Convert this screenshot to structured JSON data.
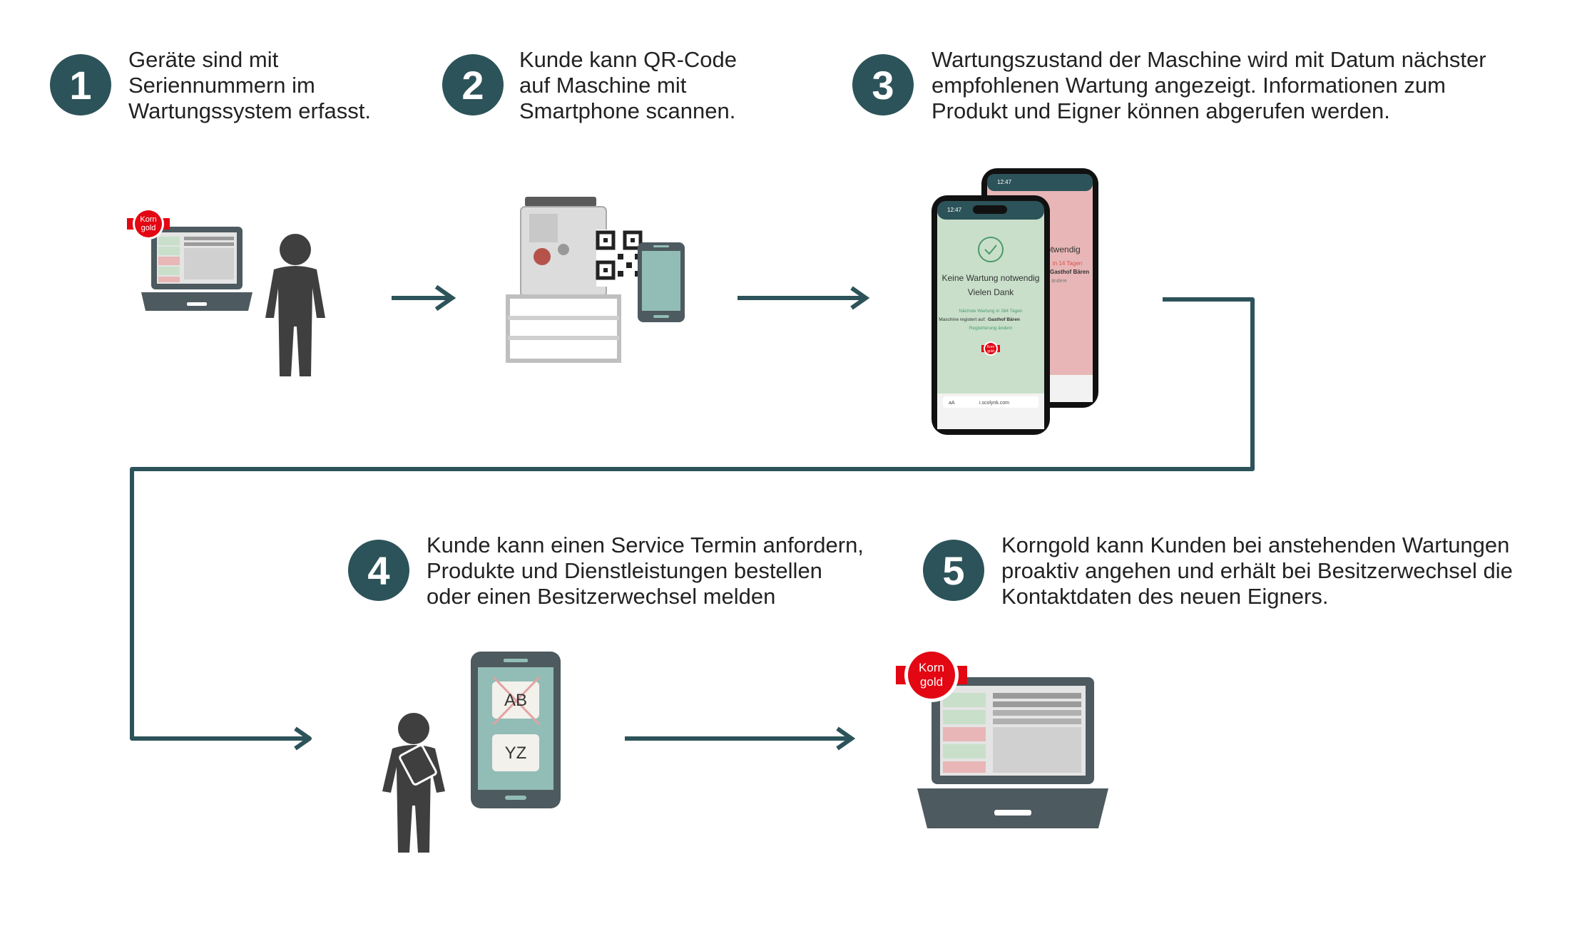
{
  "colors": {
    "accent": "#2c5359",
    "device_dark": "#4d5a5f",
    "screen_green": "#c9dfca",
    "screen_red": "#e8b6b6",
    "screen_grey": "#d8d8d8",
    "brand_red": "#e30613",
    "phone_teal": "#92bdb6"
  },
  "steps": [
    {
      "number": "1",
      "text": "Geräte sind mit\nSeriennummern im\nWartungssystem erfasst."
    },
    {
      "number": "2",
      "text": "Kunde kann QR-Code\nauf Maschine mit\nSmartphone scannen."
    },
    {
      "number": "3",
      "text": "Wartungszustand der Maschine wird mit Datum nächster\nempfohlenen Wartung angezeigt. Informationen zum\nProdukt und Eigner können abgerufen werden."
    },
    {
      "number": "4",
      "text": "Kunde kann einen Service Termin anfordern,\nProdukte und Dienstleistungen bestellen\noder einen Besitzerwechsel melden"
    },
    {
      "number": "5",
      "text": "Korngold kann Kunden bei anstehenden Wartungen\nproaktiv angehen und erhält bei Besitzerwechsel die\nKontaktdaten des neuen Eigners."
    }
  ],
  "brand": {
    "logo_line1": "Korn",
    "logo_line2": "gold"
  },
  "phone_front": {
    "status_time": "12:47",
    "heading": "Keine Wartung notwendig",
    "subheading": "Vielen Dank",
    "next_service": "Nächste Wartung in 284 Tagen",
    "registered_label": "Maschine registert auf:",
    "registered_name": "Gasthof Bären",
    "change_link": "Registrierung ändern",
    "url": "i.scolynk.com",
    "url_prefix": "aA"
  },
  "phone_back": {
    "status_time": "12:47",
    "heading": "notwendig",
    "due_text": "in 14 Tagen",
    "registered_name": "Gasthof Bären",
    "extra": "ändere"
  },
  "owner_change": {
    "old_owner": "AB",
    "new_owner": "YZ"
  }
}
